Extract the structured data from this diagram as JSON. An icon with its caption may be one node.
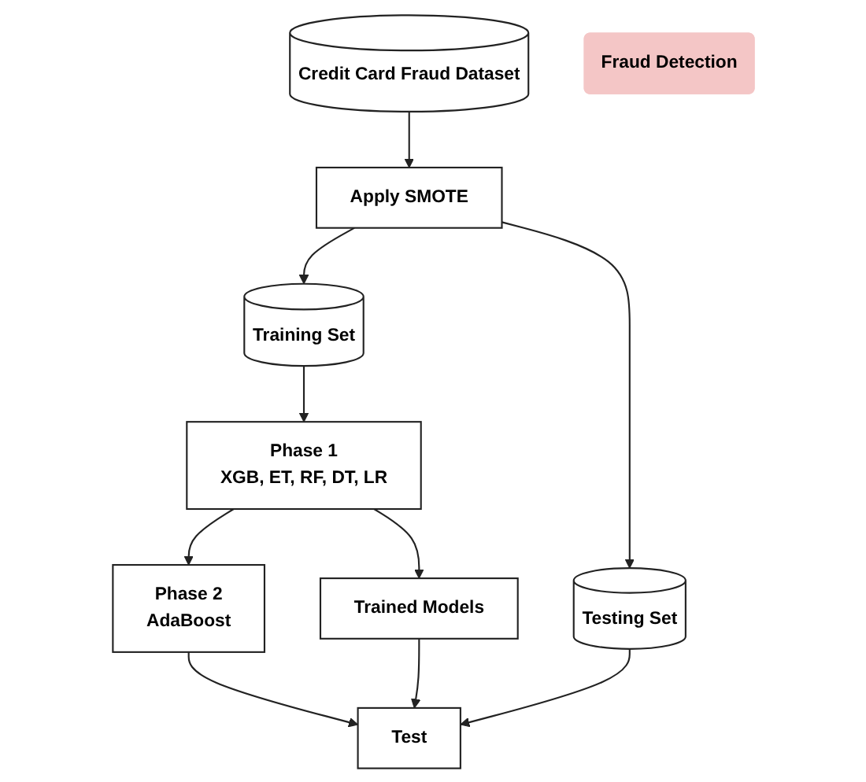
{
  "diagram": {
    "nodes": [
      {
        "text": [
          "Credit Card Fraud Dataset"
        ]
      },
      {
        "text": [
          "Apply SMOTE"
        ]
      },
      {
        "text": [
          "Training Set"
        ]
      },
      {
        "text": [
          "Testing Set"
        ]
      },
      {
        "text": [
          "Phase 1",
          "XGB, ET, RF, DT, LR"
        ]
      },
      {
        "text": [
          "Phase 2",
          "AdaBoost"
        ]
      },
      {
        "text": [
          "Trained Models"
        ]
      },
      {
        "text": [
          "Test"
        ]
      },
      {
        "text": [
          "Fraud Detection"
        ]
      }
    ],
    "edges": [
      {
        "from": 0,
        "to": 1,
        "arrow": "to"
      },
      {
        "from": 1,
        "to": 2,
        "arrow": "to"
      },
      {
        "from": 1,
        "to": 3,
        "arrow": "to"
      },
      {
        "from": 2,
        "to": 4,
        "arrow": "to"
      },
      {
        "from": 4,
        "to": 5,
        "arrow": "to"
      },
      {
        "from": 4,
        "to": 6,
        "arrow": "to"
      },
      {
        "from": 6,
        "to": 7,
        "arrow": "to"
      },
      {
        "from": 3,
        "to": 7,
        "arrow": "to"
      },
      {
        "from": 5,
        "to": 7,
        "arrow": "to"
      }
    ]
  }
}
